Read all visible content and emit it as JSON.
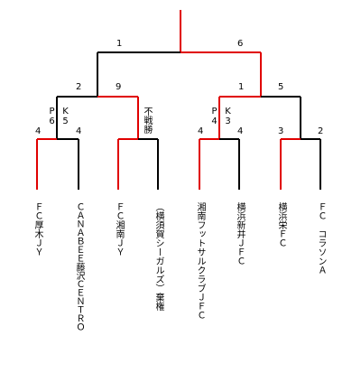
{
  "colors": {
    "winner_path": "#e00000",
    "loser_path": "#000000"
  },
  "final": {
    "left_score": "1",
    "right_score": "6"
  },
  "semifinals": [
    {
      "left_score": "2",
      "right_score": "9"
    },
    {
      "left_score": "1",
      "right_score": "5"
    }
  ],
  "first_round": [
    {
      "left_score": "4",
      "right_score": "4",
      "pk_left": "P6",
      "pk_right": "K5"
    },
    {
      "left_score": "",
      "right_score": "",
      "note": "不戦勝"
    },
    {
      "left_score": "4",
      "right_score": "4",
      "pk_left": "P4",
      "pk_right": "K3"
    },
    {
      "left_score": "3",
      "right_score": "2"
    }
  ],
  "teams": [
    "ＦＣ厚木ＪＹ",
    "ＣＡＮＡＢＥＥ藤沢ＣＥＮＴＲＯ",
    "ＦＣ湘南ＪＹ",
    "（横須賀シーガルズ）棄権",
    "湘南フットサルクラブＪＦＣ",
    "横浜新井ＪＦＣ",
    "横浜栄ＦＣ",
    "ＦＣ　コラソンＡ"
  ]
}
